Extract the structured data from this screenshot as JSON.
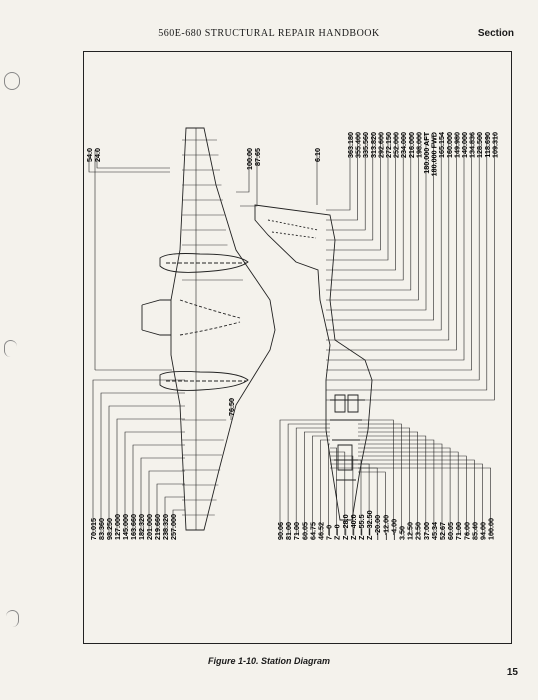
{
  "header": {
    "title": "560E-680 STRUCTURAL REPAIR HANDBOOK",
    "section": "Section"
  },
  "figure": {
    "caption": "Figure 1-10.  Station Diagram",
    "wing_top_stations": [
      "54.0",
      "24.0"
    ],
    "wing_bottom_stations": [
      "70.015",
      "83.360",
      "98.250",
      "127.000",
      "145.000",
      "163.660",
      "182.320",
      "201.000",
      "219.660",
      "238.320",
      "257.000"
    ],
    "nacelle_stations": [
      "100.00",
      "87.65"
    ],
    "fuselage_ref": "76.50",
    "stabilizer_station": "6.10",
    "fuselage_top_stations": [
      "363.180",
      "355.400",
      "335.560",
      "313.820",
      "292.600",
      "272.150",
      "252.000",
      "234.000",
      "216.000",
      "198.000",
      "180.000 AFT",
      "180.000 FWD",
      "165.154",
      "160.000",
      "149.980",
      "140.000",
      "134.836",
      "128.500",
      "118.690",
      "109.310"
    ],
    "fuselage_bottom_stations": [
      "90.06",
      "81.00",
      "71.00",
      "60.05",
      "64.75",
      "46.52",
      "7—0",
      "Z—0",
      "Z—28.0",
      "Z—40.0",
      "Z—55.5",
      "Z—32.50",
      "—20.00",
      "—12.00",
      "—4.00",
      "3.50",
      "12.50",
      "23.50",
      "37.00",
      "45.34",
      "52.67",
      "60.05",
      "71.00",
      "76.00",
      "85.40",
      "94.00",
      "100.00"
    ]
  },
  "page_number": "15"
}
